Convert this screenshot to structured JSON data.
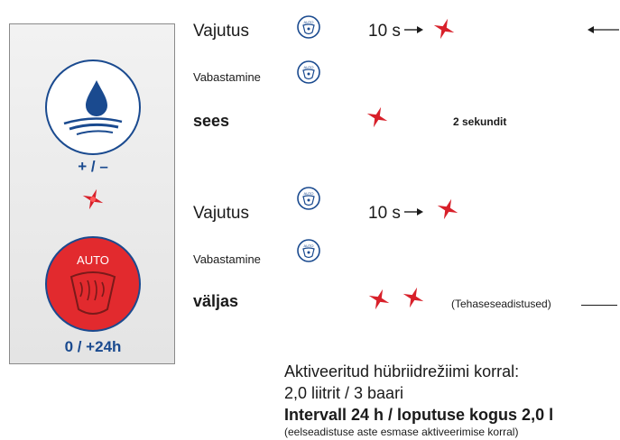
{
  "panel": {
    "top_label": "+ / –",
    "bottom_label": "0 / +24h",
    "auto_text": "AUTO"
  },
  "row1": {
    "action": "Vajutus",
    "duration": "10 s"
  },
  "row2": {
    "action": "Vabastamine"
  },
  "row3": {
    "state": "sees",
    "note": "2 sekundit"
  },
  "row4": {
    "action": "Vajutus",
    "duration": "10 s"
  },
  "row5": {
    "action": "Vabastamine"
  },
  "row6": {
    "state": "väljas",
    "note": "(Tehaseseadistused)"
  },
  "button_icon_text": "AUTO",
  "footer": {
    "line1": "Aktiveeritud hübriidrežiimi korral:",
    "line2": "2,0 liitrit / 3 baari",
    "line3": "Intervall 24 h / loputuse kogus 2,0 l",
    "line4": "(eelseadistuse aste esmase aktiveerimise korral)"
  },
  "colors": {
    "blue": "#1a4a8f",
    "red": "#e22a2e",
    "led": "#d8202a"
  }
}
